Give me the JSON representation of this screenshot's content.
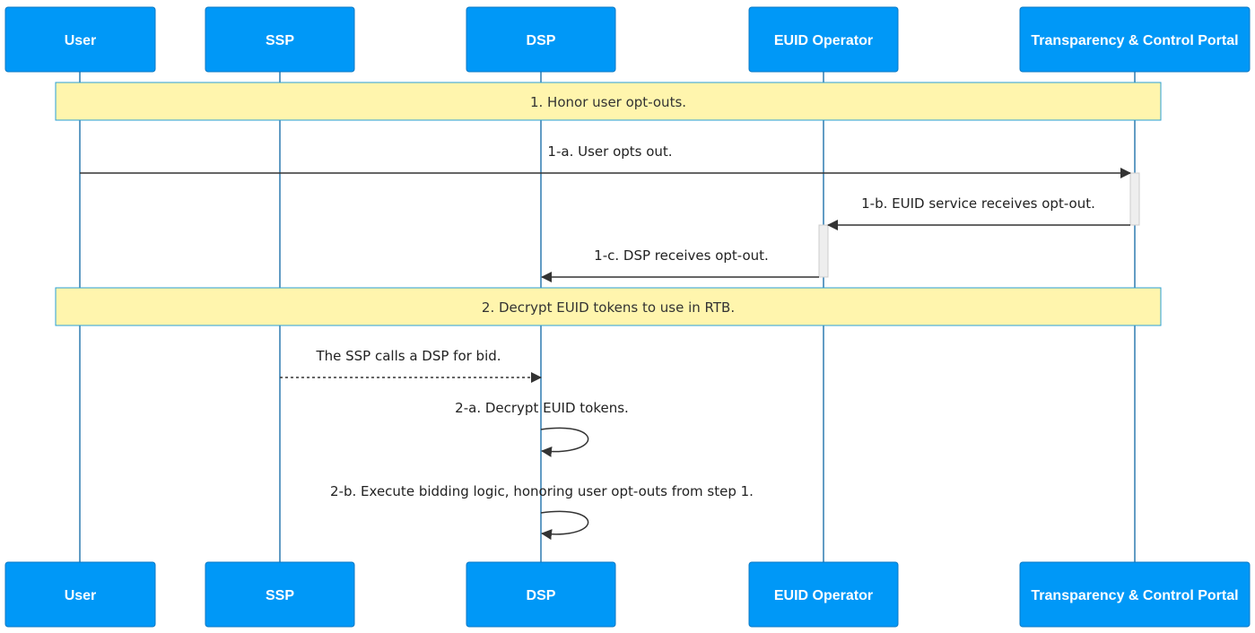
{
  "colors": {
    "actor_fill": "#0098f7",
    "actor_stroke": "#0a79c4",
    "lifeline": "#2e7bb0",
    "note_fill": "#fff5ad",
    "note_stroke": "#28a0d6",
    "arrow": "#333333",
    "activation_fill": "#eeeeee",
    "activation_stroke": "#cccccc"
  },
  "actors": [
    {
      "id": "user",
      "label": "User"
    },
    {
      "id": "ssp",
      "label": "SSP"
    },
    {
      "id": "dsp",
      "label": "DSP"
    },
    {
      "id": "euid",
      "label": "EUID Operator"
    },
    {
      "id": "portal",
      "label": "Transparency & Control Portal"
    }
  ],
  "notes": [
    {
      "label": "1. Honor user opt-outs.",
      "from": "user",
      "to": "portal"
    },
    {
      "label": "2. Decrypt EUID tokens to use in RTB.",
      "from": "user",
      "to": "portal"
    }
  ],
  "messages": [
    {
      "label": "1-a. User opts out.",
      "from": "user",
      "to": "portal",
      "style": "solid"
    },
    {
      "label": "1-b. EUID service receives opt-out.",
      "from": "portal",
      "to": "euid",
      "style": "solid"
    },
    {
      "label": "1-c. DSP receives opt-out.",
      "from": "euid",
      "to": "dsp",
      "style": "solid"
    },
    {
      "label": "The SSP calls a DSP for bid.",
      "from": "ssp",
      "to": "dsp",
      "style": "dashed"
    },
    {
      "label": "2-a. Decrypt EUID tokens.",
      "from": "dsp",
      "to": "dsp",
      "style": "solid"
    },
    {
      "label": "2-b. Execute bidding logic, honoring user opt-outs from step 1.",
      "from": "dsp",
      "to": "dsp",
      "style": "solid"
    }
  ]
}
